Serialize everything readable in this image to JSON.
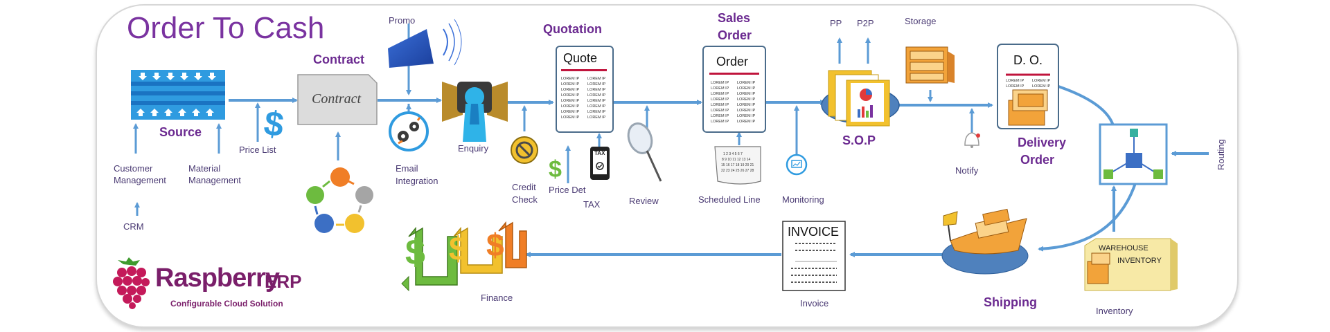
{
  "title": "Order To Cash",
  "stages": {
    "source": "Source",
    "contract_header": "Contract",
    "contract_box": "Contract",
    "quotation": "Quotation",
    "quote_doc": "Quote",
    "sales_order_line1": "Sales",
    "sales_order_line2": "Order",
    "order_doc": "Order",
    "sop": "S.O.P",
    "delivery_doc": "D. O.",
    "delivery_order_line1": "Delivery",
    "delivery_order_line2": "Order",
    "shipping": "Shipping",
    "invoice_doc": "INVOICE"
  },
  "labels": {
    "customer_management_1": "Customer",
    "customer_management_2": "Management",
    "material_management_1": "Material",
    "material_management_2": "Management",
    "crm": "CRM",
    "price_list": "Price List",
    "promo": "Promo",
    "email_integration_1": "Email",
    "email_integration_2": "Integration",
    "enquiry": "Enquiry",
    "credit_check_1": "Credit",
    "credit_check_2": "Check",
    "price_det": "Price Det",
    "tax": "TAX",
    "tax_icon": "TAX",
    "review": "Review",
    "scheduled_line": "Scheduled Line",
    "monitoring": "Monitoring",
    "pp": "PP",
    "p2p": "P2P",
    "storage": "Storage",
    "notify": "Notify",
    "routing": "Routing",
    "warehouse": "WAREHOUSE",
    "inventory_box": "INVENTORY",
    "inventory": "Inventory",
    "invoice": "Invoice",
    "finance": "Finance"
  },
  "lorem_text": "LOREM IP",
  "brand": {
    "name": "Raspberry",
    "suffix": "ERP",
    "tagline": "Configurable Cloud Solution"
  },
  "colors": {
    "title": "#7a33a0",
    "stage_label": "#6b2a90",
    "arrow": "#5b9bd5",
    "doc_rule": "#c0143c"
  }
}
